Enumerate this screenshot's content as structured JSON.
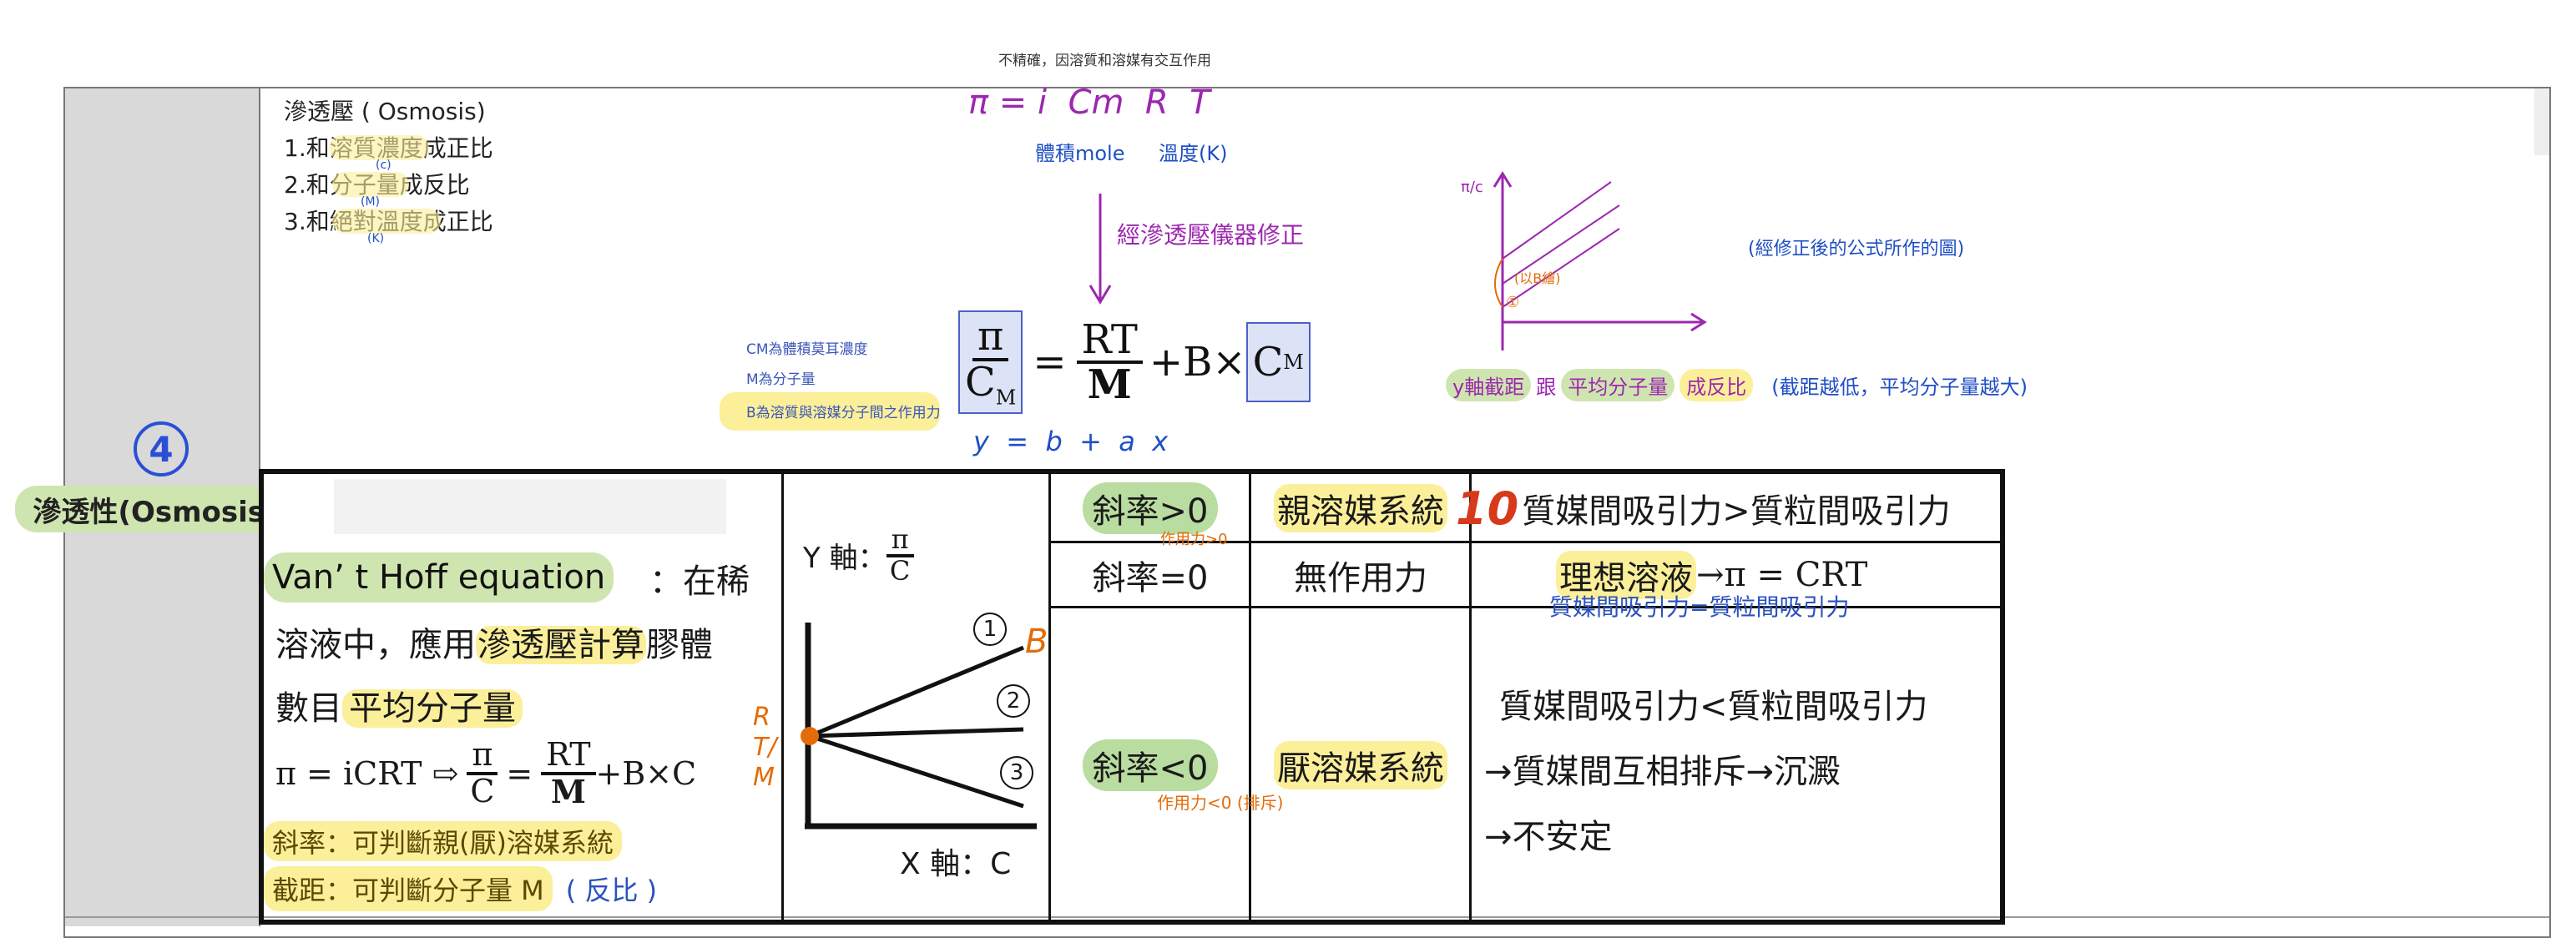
{
  "header_note": "不精確，因溶質和溶媒有交互作用",
  "section": {
    "number": "4",
    "title": "滲透性(Osmosis)"
  },
  "notes": {
    "title": "滲透壓 ( Osmosis)",
    "items": [
      "1.和溶質濃度成正比",
      "2.和分子量成反比",
      "3.和絕對溫度成正比"
    ],
    "tags": [
      "(c)",
      "(M)",
      "(K)"
    ]
  },
  "handwritten": {
    "formula": "π = i  Cm  R  T",
    "cm_label": "體積mole",
    "t_label": "溫度(K)",
    "correction": "經滲透壓儀器修正",
    "axis_y": "π/c",
    "point1": "①",
    "label_rt": "RT/M",
    "label_slope": "(以B繪)",
    "graph_note": "(經修正後的公式所作的圖)",
    "conclusion_a": "y軸截距",
    "conclusion_b": "跟",
    "conclusion_c": "平均分子量",
    "conclusion_d": "成反比",
    "conclusion_e": "(截距越低，平均分子量越大)",
    "regression": "y  =  b  +  a  x",
    "rt_m": "RT/M",
    "b_mark": "B",
    "mark_10": "10"
  },
  "legend": {
    "cm": "CM為體積莫耳濃度",
    "m": "M為分子量",
    "b": "B為溶質與溶媒分子間之作用力"
  },
  "main_equation": {
    "pi": "π",
    "cm": "C",
    "cm_sub": "M",
    "rt": "RT",
    "m": "M",
    "plus": "+B×C",
    "eq": "="
  },
  "box": {
    "vant_hoff": "Van’ t Hoff equation",
    "line1_rest": "：在稀",
    "line2_a": "溶液中，應用",
    "line2_b": "滲透壓計算",
    "line2_c": "膠體",
    "line3_a": "數目",
    "line3_b": "平均分子量",
    "eq_left": "π = iCRT ⇨",
    "frac_pi": "π",
    "frac_c": "C",
    "eq_mid": "=",
    "frac_rt": "RT",
    "frac_m": "M",
    "eq_right": "+B×C",
    "slope_note": "斜率：可判斷親(厭)溶媒系統",
    "intercept_a": "截距：可判斷分子量 M",
    "intercept_b": "( 反比 )",
    "graph_y": "Y 軸：",
    "graph_x": "X 軸：C",
    "graph_n1": "1",
    "graph_n2": "2",
    "graph_n3": "3"
  },
  "table": {
    "r1_slope": "斜率>0",
    "r1_system": "親溶媒系統",
    "r1_desc": "質媒間吸引力>質粒間吸引力",
    "r1_note": "作用力>0",
    "r2_slope": "斜率=0",
    "r2_system": "無作用力",
    "r2_desc_a": "理想溶液",
    "r2_desc_b": "→π = CRT",
    "r2_note": "質媒間吸引力=質粒間吸引力",
    "r3_slope": "斜率<0",
    "r3_system": "厭溶媒系統",
    "r3_desc1": "質媒間吸引力<質粒間吸引力",
    "r3_desc2": "→質媒間互相排斥→沉澱",
    "r3_desc3": "→不安定",
    "r3_note": "作用力<0 (排斥)"
  }
}
